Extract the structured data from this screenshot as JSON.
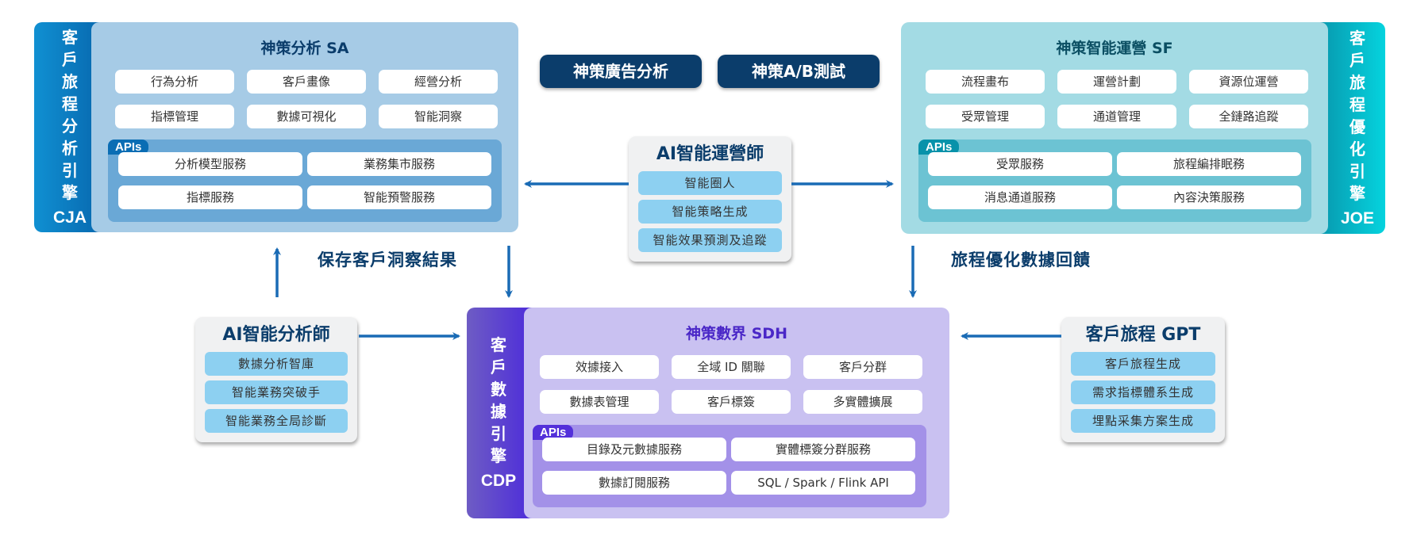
{
  "colors": {
    "arrow": "#1a6bb5",
    "dark_navy": "#0b3d6b",
    "cja_side": "#0a78c0",
    "cja_panel": "#a6cbe6",
    "cja_api": "#6aa8d6",
    "joe_side": "#07a7bb",
    "joe_panel": "#a3dbe4",
    "joe_api": "#6cc3d3",
    "cdp_side": "#5536d6",
    "cdp_panel": "#c9c1f1",
    "cdp_api": "#a391e8",
    "ai_item": "#8dd0f1"
  },
  "cja": {
    "side_chars": [
      "客",
      "戶",
      "旅",
      "程",
      "分",
      "析",
      "引",
      "擎"
    ],
    "side_code": "CJA",
    "title": "神策分析 SA",
    "modules": [
      "行為分析",
      "客戶畫像",
      "經營分析",
      "指標管理",
      "數據可視化",
      "智能洞察"
    ],
    "api_tag": "APIs",
    "apis": [
      "分析模型服務",
      "業務集市服務",
      "指標服務",
      "智能預警服務"
    ]
  },
  "joe": {
    "side_chars": [
      "客",
      "戶",
      "旅",
      "程",
      "優",
      "化",
      "引",
      "擎"
    ],
    "side_code": "JOE",
    "title": "神策智能運營 SF",
    "modules": [
      "流程畫布",
      "運營計劃",
      "資源位運營",
      "受眾管理",
      "通道管理",
      "全鏈路追蹤"
    ],
    "api_tag": "APIs",
    "apis": [
      "受眾服務",
      "旅程編排眠務",
      "消息通道服務",
      "內容決策服務"
    ]
  },
  "cdp": {
    "side_chars": [
      "客",
      "戶",
      "數",
      "據",
      "引",
      "擎"
    ],
    "side_code": "CDP",
    "title": "神策數界 SDH",
    "modules": [
      "效據接入",
      "全域 ID 關聯",
      "客戶分群",
      "數據表管理",
      "客戶標簽",
      "多實體擴展"
    ],
    "api_tag": "APIs",
    "apis": [
      "目錄及元數據服務",
      "實體標簽分群服務",
      "數據訂閱服務",
      "SQL / Spark / Flink API"
    ]
  },
  "top_buttons": [
    "神策廣告分析",
    "神策A/B測試"
  ],
  "ai_ops": {
    "title": "AI智能運營師",
    "items": [
      "智能圈人",
      "智能策略生成",
      "智能效果預測及追蹤"
    ]
  },
  "ai_analyst": {
    "title": "AI智能分析師",
    "items": [
      "數據分析智庫",
      "智能業務突破手",
      "智能業務全局診斷"
    ]
  },
  "journey_gpt": {
    "title": "客戶旅程 GPT",
    "items": [
      "客戶旅程生成",
      "需求指標體系生成",
      "埋點采集方案生成"
    ]
  },
  "flow_labels": {
    "save_insights": "保存客戶洞察結果",
    "journey_feedback": "旅程優化數據回饋"
  }
}
